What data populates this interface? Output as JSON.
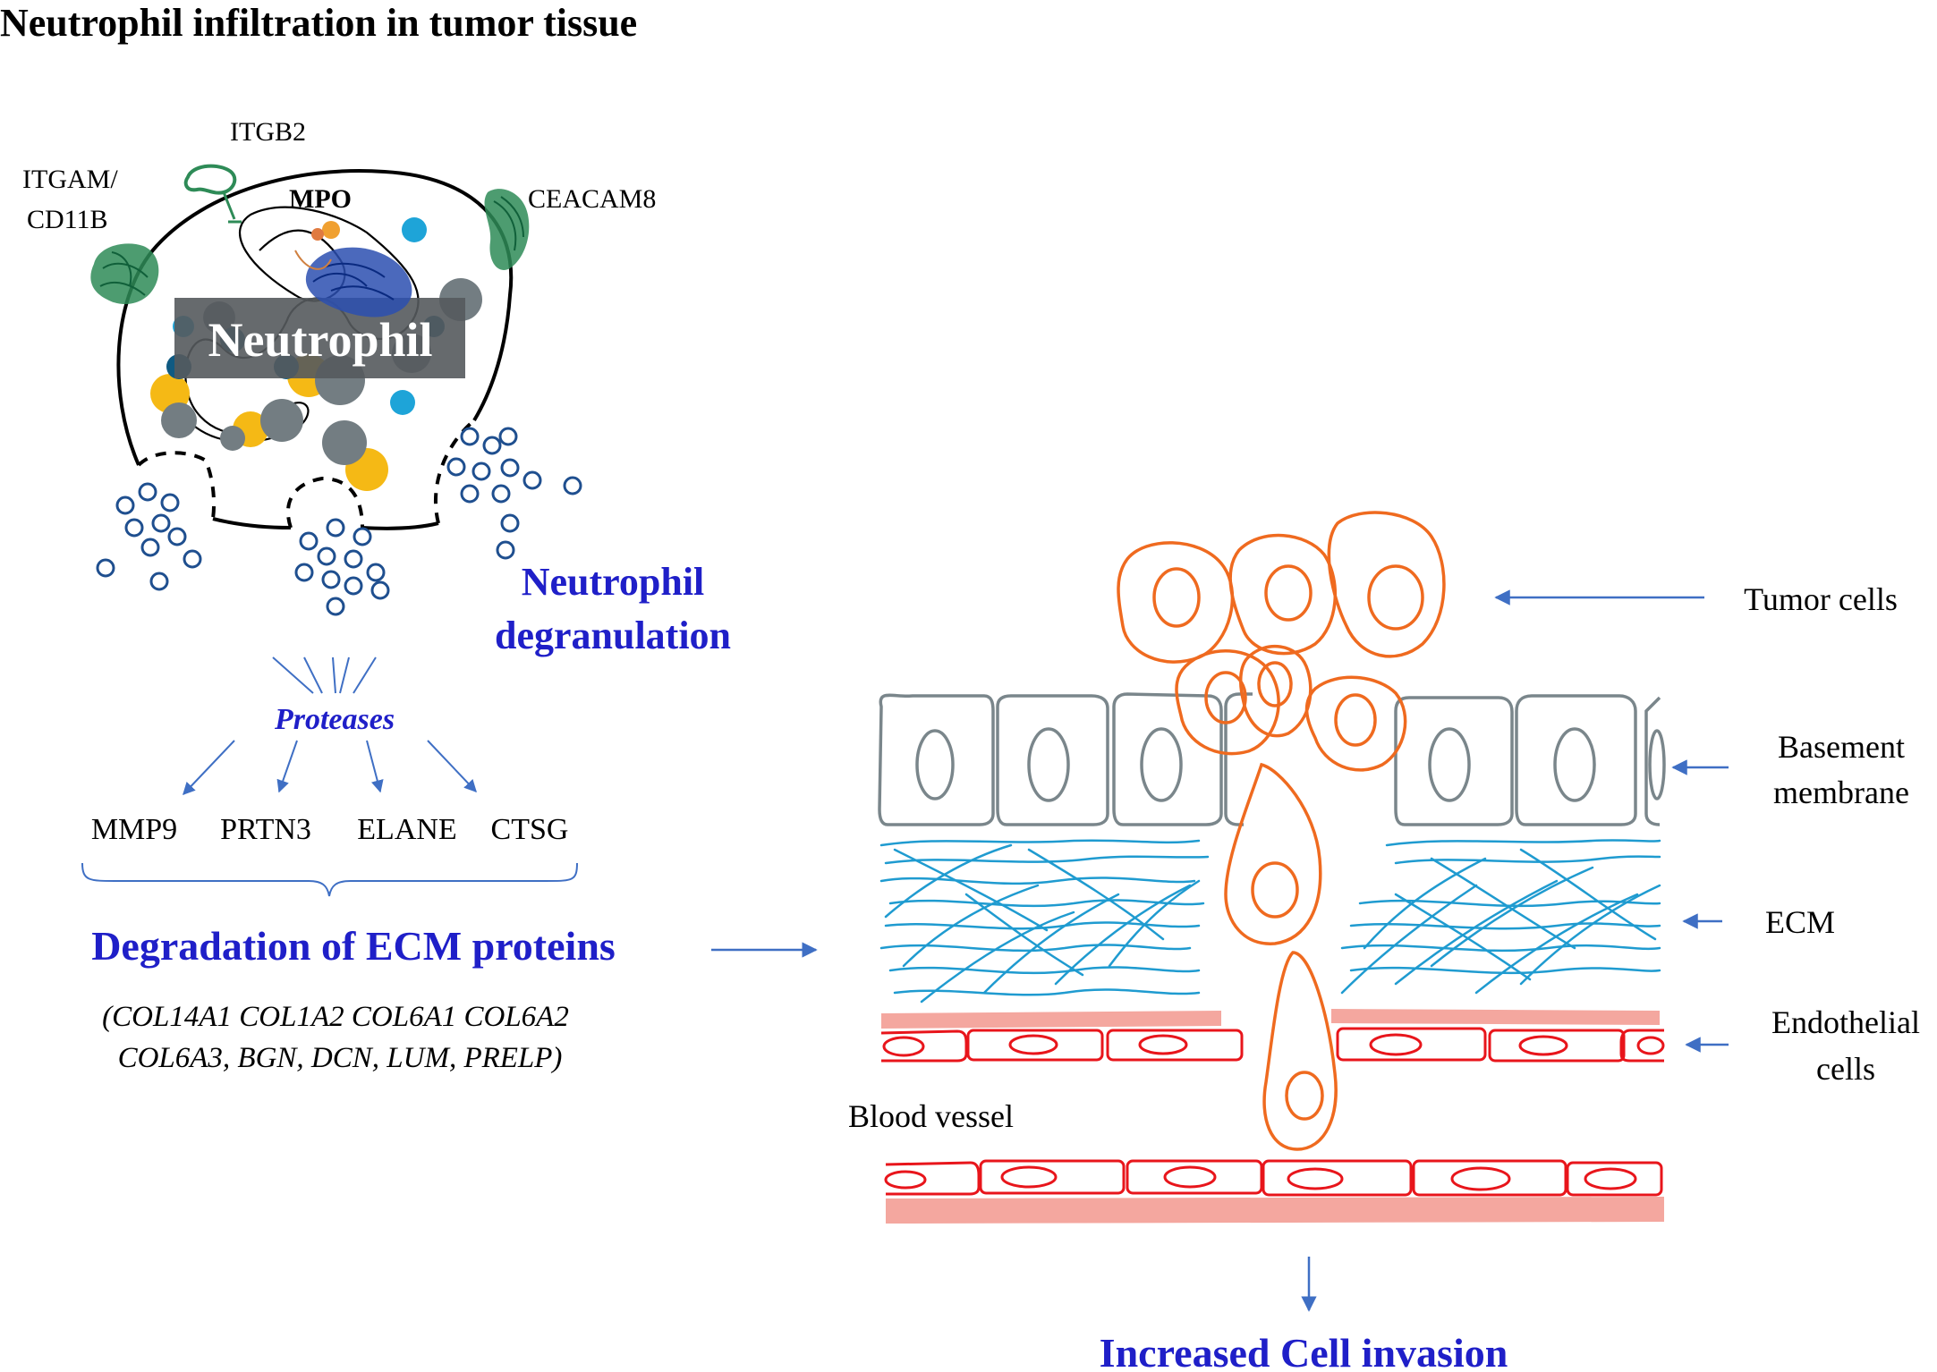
{
  "title": "Neutrophil infiltration in tumor tissue",
  "neutrophil": {
    "cell_label": "Neutrophil",
    "markers": {
      "itgam_line1": "ITGAM/",
      "itgam_line2": "CD11B",
      "itgb2": "ITGB2",
      "mpo": "MPO",
      "ceacam8": "CEACAM8"
    },
    "degranulation_line1": "Neutrophil",
    "degranulation_line2": "degranulation"
  },
  "proteases": {
    "label": "Proteases",
    "items": [
      "MMP9",
      "PRTN3",
      "ELANE",
      "CTSG"
    ]
  },
  "ecm_degradation": {
    "heading": "Degradation of ECM proteins",
    "genes_line1": "(COL14A1 COL1A2 COL6A1 COL6A2",
    "genes_line2": "COL6A3, BGN, DCN, LUM, PRELP)"
  },
  "tissue": {
    "labels": {
      "tumor_cells": "Tumor cells",
      "basement_line1": "Basement",
      "basement_line2": "membrane",
      "ecm": "ECM",
      "endothelial_line1": "Endothelial",
      "endothelial_line2": "cells",
      "blood_vessel": "Blood vessel"
    },
    "outcome": "Increased Cell invasion"
  },
  "colors": {
    "blue_text": "#1f1fc8",
    "arrow_blue": "#3f6fc4",
    "granule_blue": "#1f4f8f",
    "tumor_orange": "#ef6a1f",
    "basement_gray": "#7a868b",
    "ecm_blue": "#1f9bd0",
    "endothelial_red": "#e8151b",
    "vessel_pink": "#f4a79f",
    "granule_yellow": "#f5b915",
    "granule_gray": "#737d82",
    "granule_cyan": "#1ea4d8",
    "granule_navy": "#0f5a82",
    "protein_green": "#2e8b57"
  }
}
